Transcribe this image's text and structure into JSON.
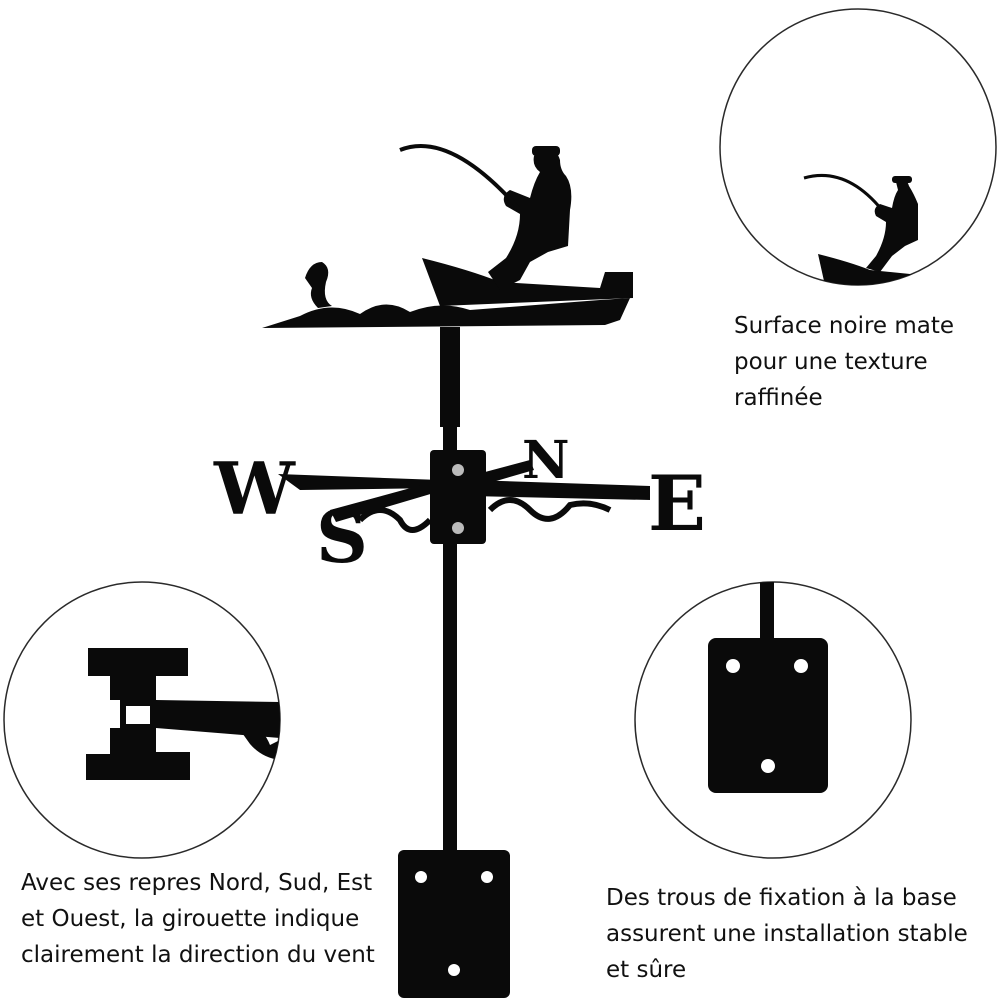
{
  "vane": {
    "letters": {
      "west": "W",
      "east": "E",
      "north": "N",
      "south": "S"
    }
  },
  "captions": {
    "surface": [
      "Surface noire mate",
      "pour une texture",
      "raffinée"
    ],
    "directions": [
      "Avec ses repres Nord, Sud, Est",
      "et Ouest, la girouette indique",
      "clairement la direction du vent"
    ],
    "holes": [
      "Des trous de fixation à la base",
      "assurent une installation stable",
      "et sûre"
    ]
  },
  "colors": {
    "metal": "#0a0a0a",
    "background": "#ffffff",
    "circle_border": "#2a2a2a"
  }
}
